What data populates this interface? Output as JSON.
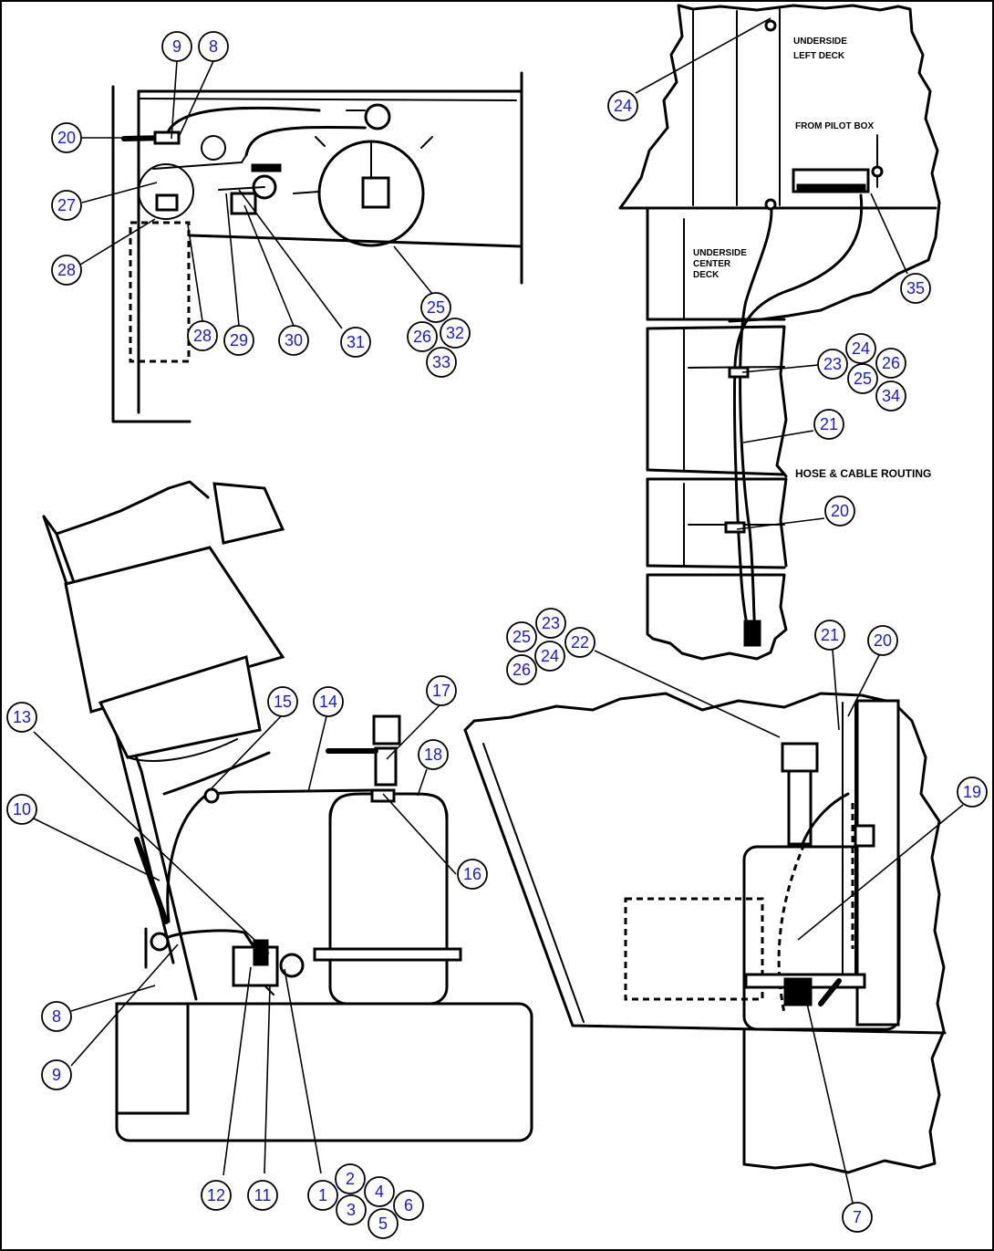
{
  "callouts": {
    "n1": "1",
    "n2": "2",
    "n3": "3",
    "n4": "4",
    "n5": "5",
    "n6": "6",
    "n7": "7",
    "n8": "8",
    "n9": "9",
    "n10": "10",
    "n11": "11",
    "n12": "12",
    "n13": "13",
    "n14": "14",
    "n15": "15",
    "n16": "16",
    "n17": "17",
    "n18": "18",
    "n19": "19",
    "n20": "20",
    "n21": "21",
    "n22": "22",
    "n23": "23",
    "n24": "24",
    "n25": "25",
    "n26": "26",
    "n27": "27",
    "n28": "28",
    "n29": "29",
    "n30": "30",
    "n31": "31",
    "n32": "32",
    "n33": "33",
    "n34": "34",
    "n35": "35"
  },
  "labels": {
    "underside_left_deck_1": "UNDERSIDE",
    "underside_left_deck_2": "LEFT DECK",
    "from_pilot_box": "FROM PILOT BOX",
    "underside_center_deck_1": "UNDERSIDE",
    "underside_center_deck_2": "CENTER",
    "underside_center_deck_3": "DECK",
    "hose_cable_routing": "HOSE & CABLE ROUTING"
  }
}
